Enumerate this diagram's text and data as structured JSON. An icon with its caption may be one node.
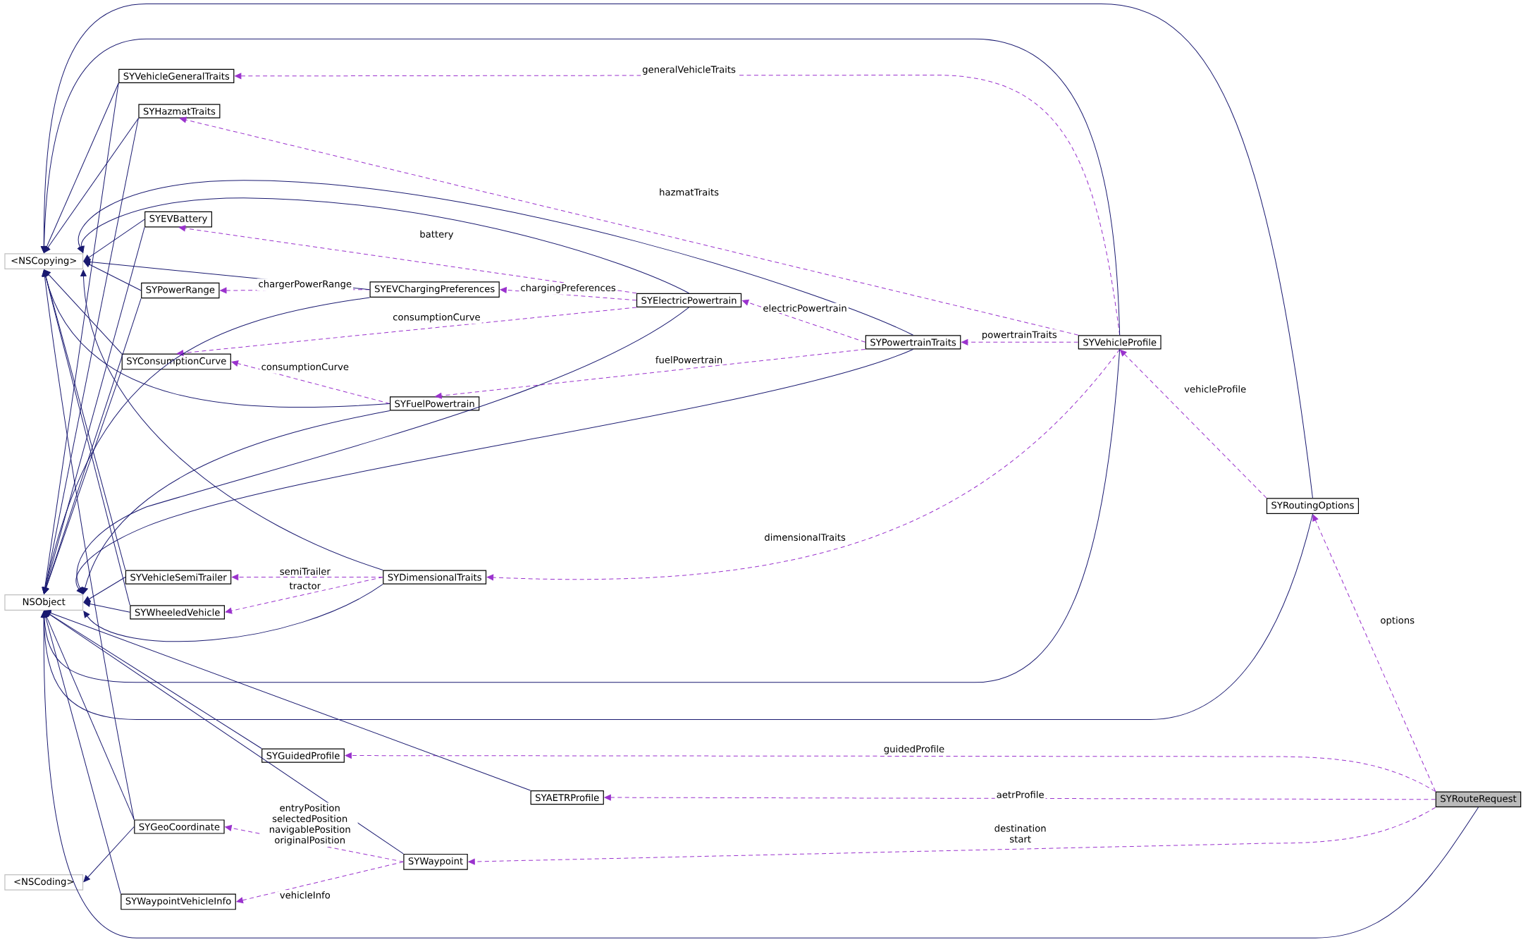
{
  "diagram": {
    "nodes": [
      {
        "text": [
          "SYRouteRequest"
        ]
      },
      {
        "text": [
          "SYRoutingOptions"
        ]
      },
      {
        "text": [
          "SYVehicleProfile"
        ]
      },
      {
        "text": [
          "SYPowertrainTraits"
        ]
      },
      {
        "text": [
          "SYElectricPowertrain"
        ]
      },
      {
        "text": [
          "SYFuelPowertrain"
        ]
      },
      {
        "text": [
          "SYEVChargingPreferences"
        ]
      },
      {
        "text": [
          "SYConsumptionCurve"
        ]
      },
      {
        "text": [
          "SYPowerRange"
        ]
      },
      {
        "text": [
          "SYEVBattery"
        ]
      },
      {
        "text": [
          "SYHazmatTraits"
        ]
      },
      {
        "text": [
          "SYVehicleGeneralTraits"
        ]
      },
      {
        "text": [
          "SYDimensionalTraits"
        ]
      },
      {
        "text": [
          "SYVehicleSemiTrailer"
        ]
      },
      {
        "text": [
          "SYWheeledVehicle"
        ]
      },
      {
        "text": [
          "SYGuidedProfile"
        ]
      },
      {
        "text": [
          "SYAETRProfile"
        ]
      },
      {
        "text": [
          "SYWaypoint"
        ]
      },
      {
        "text": [
          "SYGeoCoordinate"
        ]
      },
      {
        "text": [
          "SYWaypointVehicleInfo"
        ]
      },
      {
        "text": [
          "<NSCopying>"
        ]
      },
      {
        "text": [
          "NSObject"
        ]
      },
      {
        "text": [
          "<NSCoding>"
        ]
      }
    ],
    "edges": [
      {
        "from": 2,
        "to": 11,
        "arrow": "to",
        "label": "generalVehicleTraits",
        "style": "dashed",
        "color": "#9a32cd"
      },
      {
        "from": 2,
        "to": 10,
        "arrow": "to",
        "label": "hazmatTraits",
        "style": "dashed",
        "color": "#9a32cd"
      },
      {
        "from": 4,
        "to": 9,
        "arrow": "to",
        "label": "battery",
        "style": "dashed",
        "color": "#9a32cd"
      },
      {
        "from": 4,
        "to": 6,
        "arrow": "to",
        "label": "chargingPreferences",
        "style": "dashed",
        "color": "#9a32cd"
      },
      {
        "from": 6,
        "to": 8,
        "arrow": "to",
        "label": "chargerPowerRange",
        "style": "dashed",
        "color": "#9a32cd"
      },
      {
        "from": 4,
        "to": 7,
        "arrow": "to",
        "label": "consumptionCurve",
        "style": "dashed",
        "color": "#9a32cd"
      },
      {
        "from": 3,
        "to": 4,
        "arrow": "to",
        "label": "electricPowertrain",
        "style": "dashed",
        "color": "#9a32cd"
      },
      {
        "from": 2,
        "to": 3,
        "arrow": "to",
        "label": "powertrainTraits",
        "style": "dashed",
        "color": "#9a32cd"
      },
      {
        "from": 3,
        "to": 5,
        "arrow": "to",
        "label": "fuelPowertrain",
        "style": "dashed",
        "color": "#9a32cd"
      },
      {
        "from": 5,
        "to": 7,
        "arrow": "to",
        "label": "consumptionCurve",
        "style": "dashed",
        "color": "#9a32cd"
      },
      {
        "from": 2,
        "to": 12,
        "arrow": "to",
        "label": "dimensionalTraits",
        "style": "dashed",
        "color": "#9a32cd"
      },
      {
        "from": 1,
        "to": 2,
        "arrow": "to",
        "label": "vehicleProfile",
        "style": "dashed",
        "color": "#9a32cd"
      },
      {
        "from": 0,
        "to": 1,
        "arrow": "to",
        "label": "options",
        "style": "dashed",
        "color": "#9a32cd"
      },
      {
        "from": 12,
        "to": 13,
        "arrow": "to",
        "label": "semiTrailer",
        "style": "dashed",
        "color": "#9a32cd"
      },
      {
        "from": 12,
        "to": 14,
        "arrow": "to",
        "label": "tractor",
        "style": "dashed",
        "color": "#9a32cd"
      },
      {
        "from": 0,
        "to": 15,
        "arrow": "to",
        "label": "guidedProfile",
        "style": "dashed",
        "color": "#9a32cd"
      },
      {
        "from": 0,
        "to": 16,
        "arrow": "to",
        "label": "aetrProfile",
        "style": "dashed",
        "color": "#9a32cd"
      },
      {
        "from": 0,
        "to": 17,
        "arrow": "to",
        "label": "destination start",
        "style": "dashed",
        "color": "#9a32cd"
      },
      {
        "from": 17,
        "to": 18,
        "arrow": "to",
        "label": "entryPosition selectedPosition navigablePosition originalPosition",
        "style": "dashed",
        "color": "#9a32cd"
      },
      {
        "from": 17,
        "to": 19,
        "arrow": "to",
        "label": "vehicleInfo",
        "style": "dashed",
        "color": "#9a32cd"
      },
      {
        "from": 1,
        "to": 20,
        "arrow": "to"
      },
      {
        "from": 2,
        "to": 20,
        "arrow": "to"
      },
      {
        "from": 3,
        "to": 20,
        "arrow": "to"
      },
      {
        "from": 4,
        "to": 20,
        "arrow": "to"
      },
      {
        "from": 5,
        "to": 20,
        "arrow": "to"
      },
      {
        "from": 6,
        "to": 20,
        "arrow": "to"
      },
      {
        "from": 7,
        "to": 20,
        "arrow": "to"
      },
      {
        "from": 8,
        "to": 20,
        "arrow": "to"
      },
      {
        "from": 9,
        "to": 20,
        "arrow": "to"
      },
      {
        "from": 10,
        "to": 20,
        "arrow": "to"
      },
      {
        "from": 11,
        "to": 20,
        "arrow": "to"
      },
      {
        "from": 12,
        "to": 20,
        "arrow": "to"
      },
      {
        "from": 13,
        "to": 20,
        "arrow": "to"
      },
      {
        "from": 14,
        "to": 20,
        "arrow": "to"
      },
      {
        "from": 18,
        "to": 20,
        "arrow": "to"
      },
      {
        "from": 0,
        "to": 21,
        "arrow": "to"
      },
      {
        "from": 1,
        "to": 21,
        "arrow": "to"
      },
      {
        "from": 2,
        "to": 21,
        "arrow": "to"
      },
      {
        "from": 3,
        "to": 21,
        "arrow": "to"
      },
      {
        "from": 4,
        "to": 21,
        "arrow": "to"
      },
      {
        "from": 5,
        "to": 21,
        "arrow": "to"
      },
      {
        "from": 6,
        "to": 21,
        "arrow": "to"
      },
      {
        "from": 7,
        "to": 21,
        "arrow": "to"
      },
      {
        "from": 8,
        "to": 21,
        "arrow": "to"
      },
      {
        "from": 9,
        "to": 21,
        "arrow": "to"
      },
      {
        "from": 10,
        "to": 21,
        "arrow": "to"
      },
      {
        "from": 11,
        "to": 21,
        "arrow": "to"
      },
      {
        "from": 12,
        "to": 21,
        "arrow": "to"
      },
      {
        "from": 13,
        "to": 21,
        "arrow": "to"
      },
      {
        "from": 14,
        "to": 21,
        "arrow": "to"
      },
      {
        "from": 15,
        "to": 21,
        "arrow": "to"
      },
      {
        "from": 16,
        "to": 21,
        "arrow": "to"
      },
      {
        "from": 17,
        "to": 21,
        "arrow": "to"
      },
      {
        "from": 18,
        "to": 21,
        "arrow": "to"
      },
      {
        "from": 19,
        "to": 21,
        "arrow": "to"
      },
      {
        "from": 18,
        "to": 22,
        "arrow": "to"
      }
    ]
  }
}
